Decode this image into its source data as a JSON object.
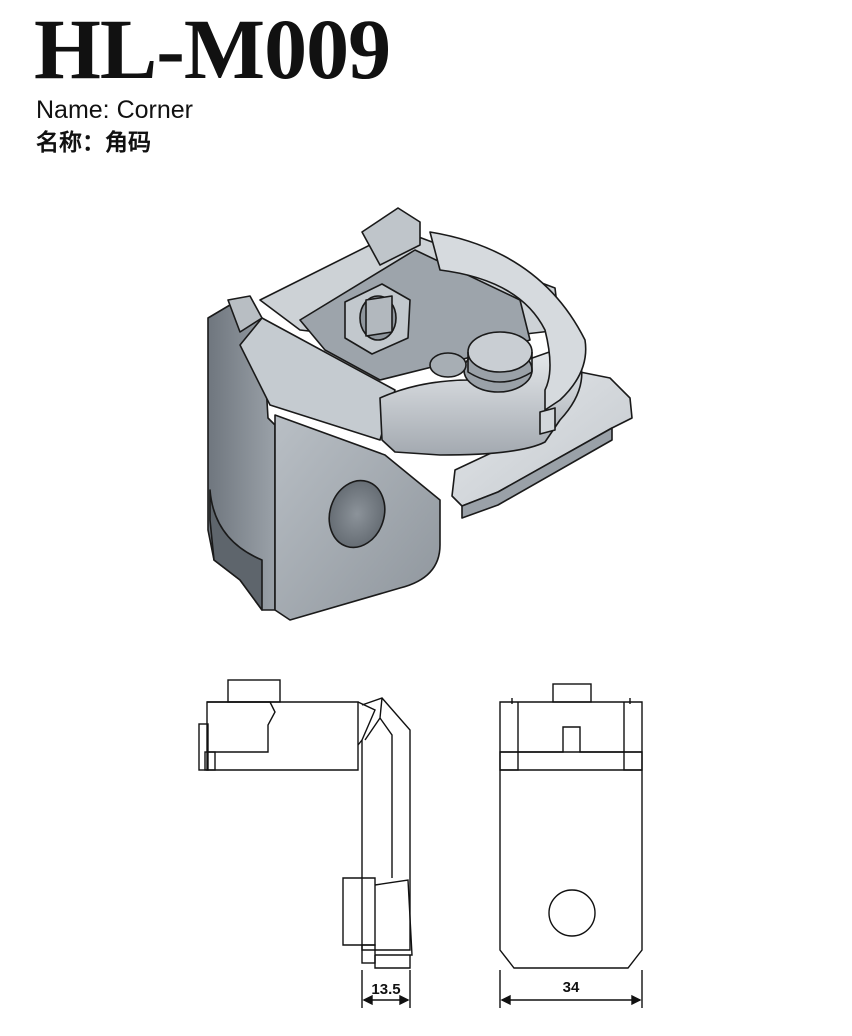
{
  "header": {
    "model": "HL-M009",
    "name_en": "Name: Corner",
    "name_cn": "名称：角码"
  },
  "drawing": {
    "dim_side": "13.5",
    "dim_front": "34"
  },
  "colors": {
    "ink": "#111111",
    "metal_light": "#dcdfe2",
    "metal_mid": "#aeb4ba",
    "metal_dark": "#7d848c"
  }
}
